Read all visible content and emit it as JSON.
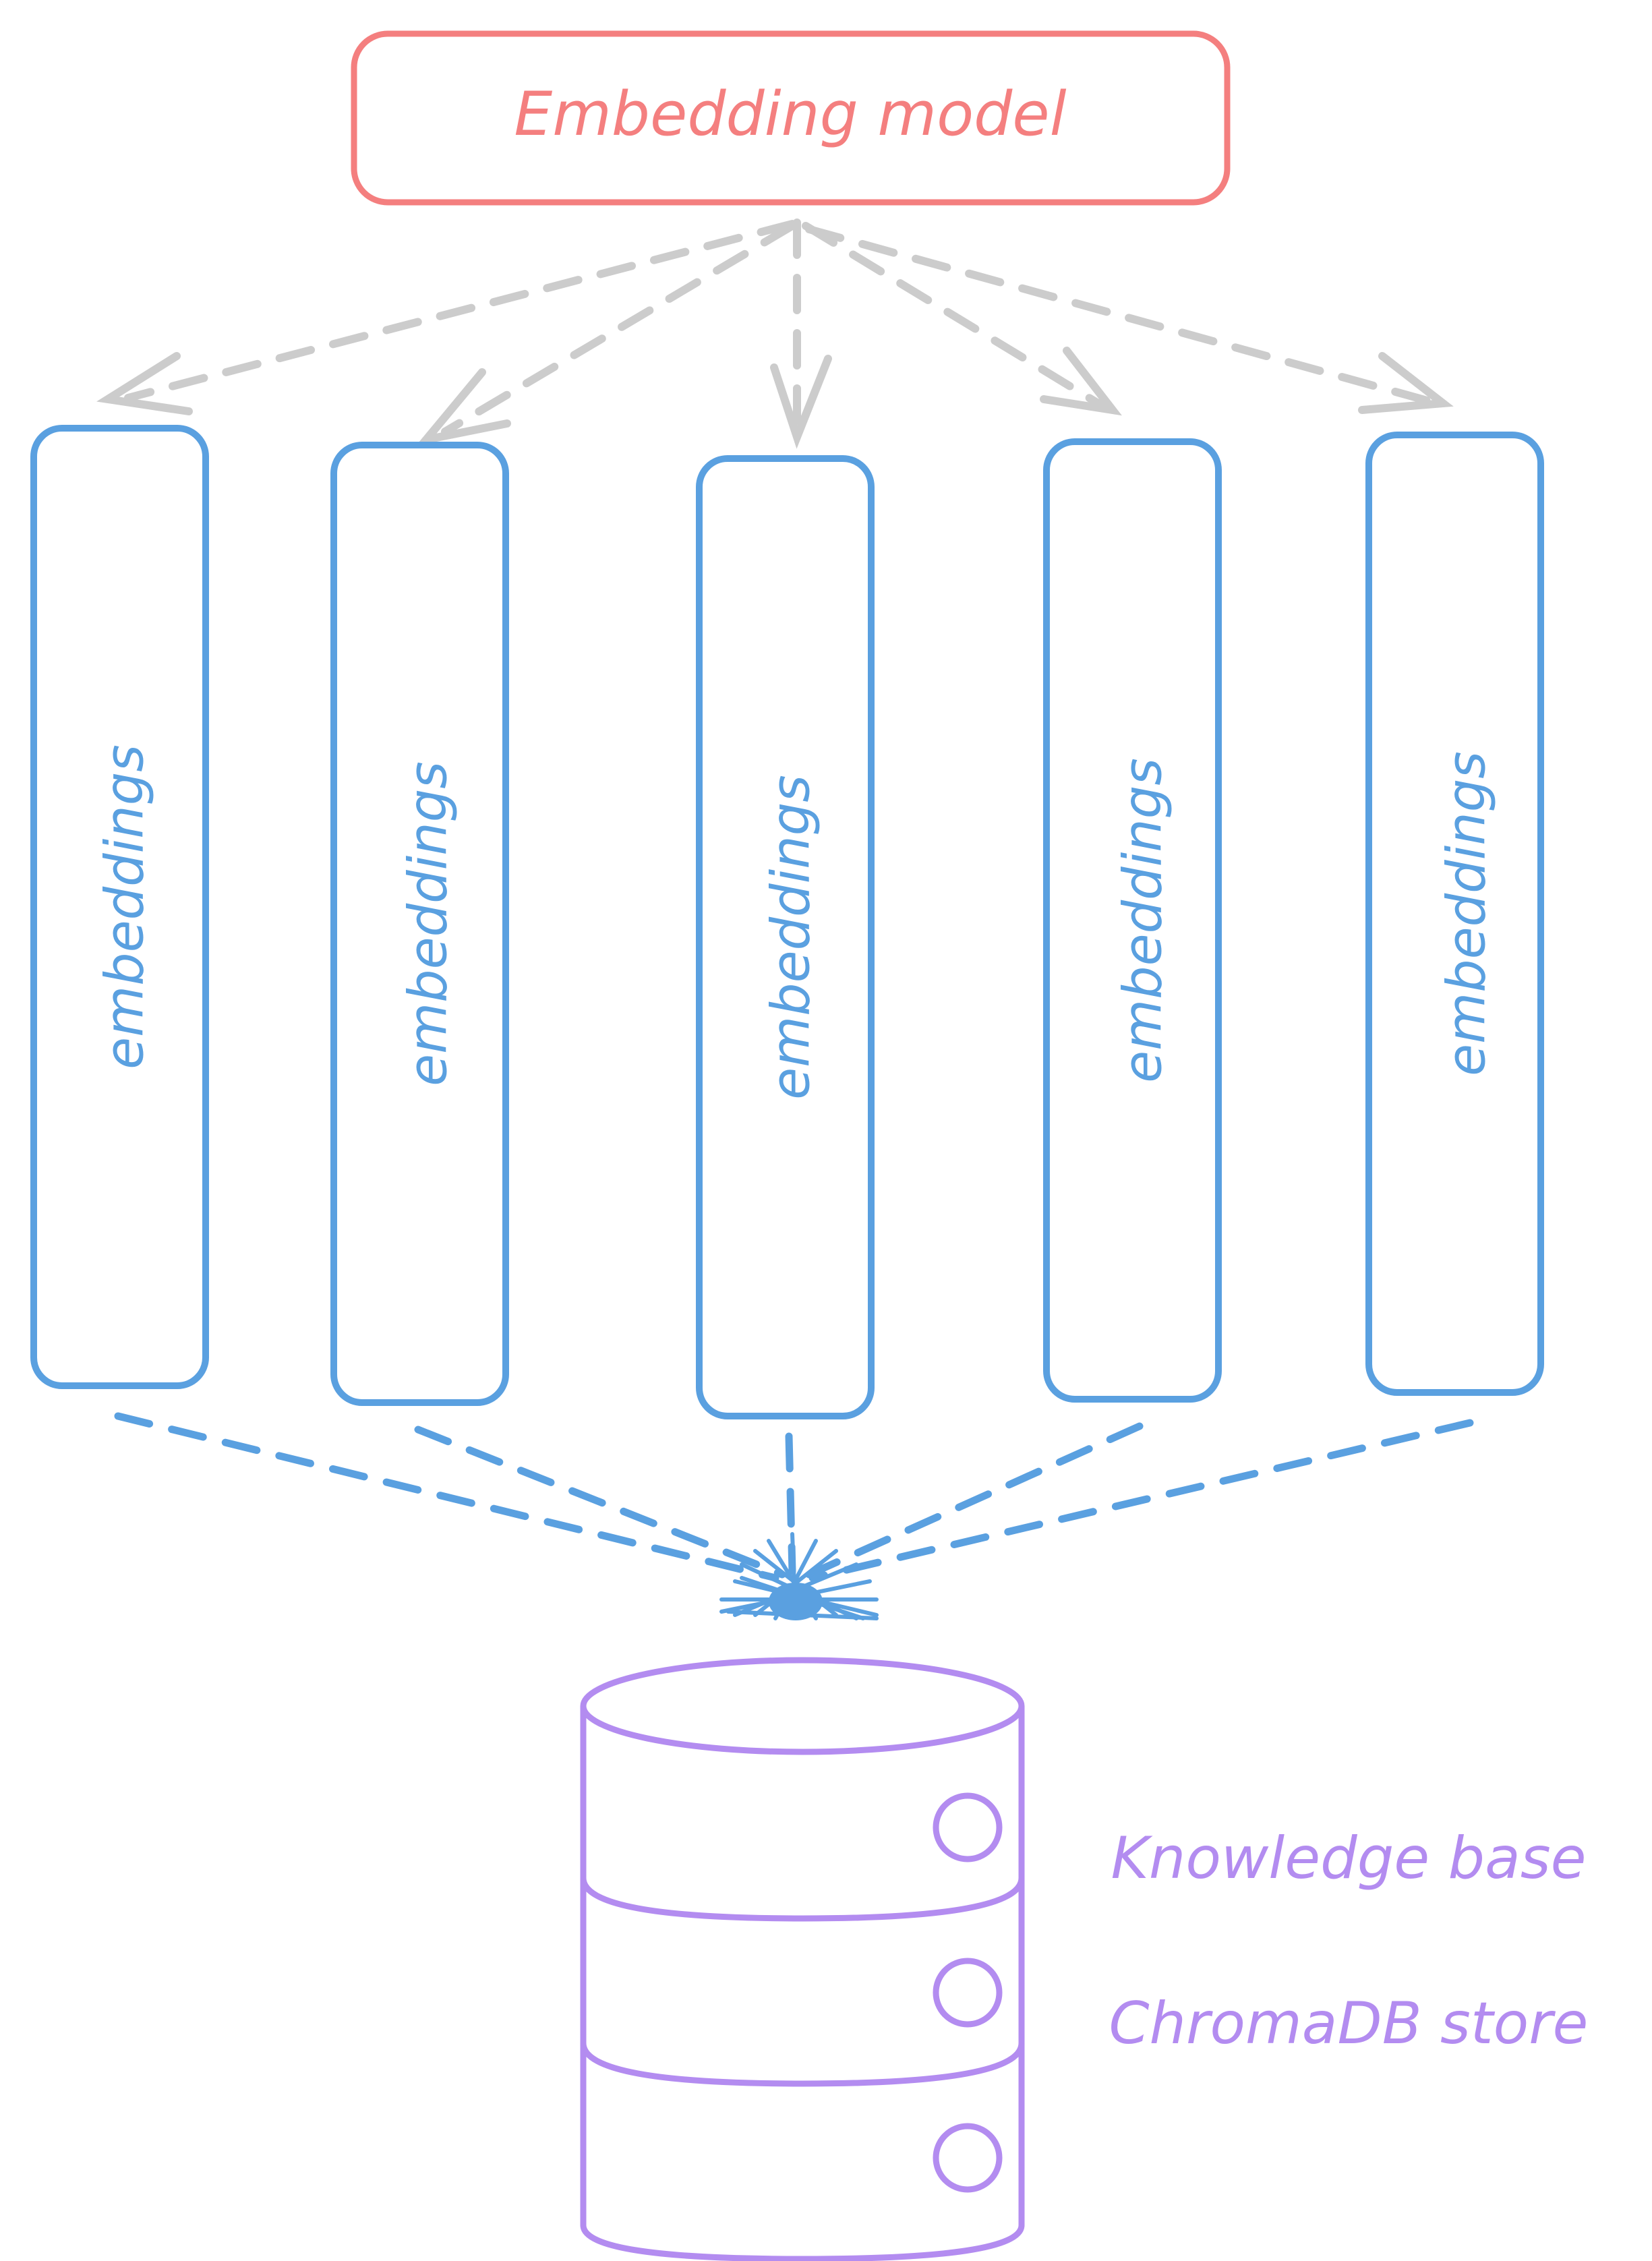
{
  "model": {
    "label": "Embedding model",
    "color": "#f47f7f"
  },
  "embeddings": {
    "color": "#5aa0e0",
    "items": [
      {
        "label": "embeddings"
      },
      {
        "label": "embeddings"
      },
      {
        "label": "embeddings"
      },
      {
        "label": "embeddings"
      },
      {
        "label": "embeddings"
      }
    ]
  },
  "store": {
    "color": "#b38cf0",
    "line1": "Knowledge base",
    "line2": "ChromaDB store"
  },
  "connector_color": "#cccccc"
}
